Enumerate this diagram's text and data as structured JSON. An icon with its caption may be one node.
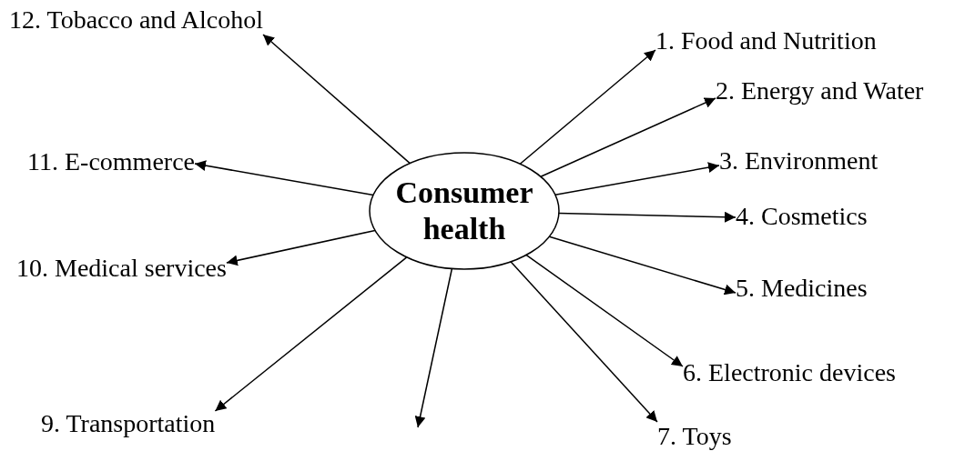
{
  "diagram": {
    "nodes": [
      {
        "text": [
          "Consumer health"
        ]
      },
      {
        "text": [
          "1. Food and Nutrition"
        ]
      },
      {
        "text": [
          "2. Energy and Water"
        ]
      },
      {
        "text": [
          "3. Environment"
        ]
      },
      {
        "text": [
          "4. Cosmetics"
        ]
      },
      {
        "text": [
          "5. Medicines"
        ]
      },
      {
        "text": [
          "6. Electronic devices"
        ]
      },
      {
        "text": [
          "7. Toys"
        ]
      },
      {
        "text": [
          "9. Transportation"
        ]
      },
      {
        "text": [
          "10. Medical services"
        ]
      },
      {
        "text": [
          "11. E-commerce"
        ]
      },
      {
        "text": [
          "12. Tobacco and Alcohol"
        ]
      }
    ],
    "edges": [
      {
        "from": 0,
        "to": 1,
        "arrow": "to"
      },
      {
        "from": 0,
        "to": 2,
        "arrow": "to"
      },
      {
        "from": 0,
        "to": 3,
        "arrow": "to"
      },
      {
        "from": 0,
        "to": 4,
        "arrow": "to"
      },
      {
        "from": 0,
        "to": 5,
        "arrow": "to"
      },
      {
        "from": 0,
        "to": 6,
        "arrow": "to"
      },
      {
        "from": 0,
        "to": 7,
        "arrow": "to"
      },
      {
        "from": 0,
        "to": null,
        "arrow": "to"
      },
      {
        "from": 0,
        "to": 8,
        "arrow": "to"
      },
      {
        "from": 0,
        "to": 9,
        "arrow": "to"
      },
      {
        "from": 0,
        "to": 10,
        "arrow": "to"
      },
      {
        "from": 0,
        "to": 11,
        "arrow": "to"
      }
    ]
  }
}
